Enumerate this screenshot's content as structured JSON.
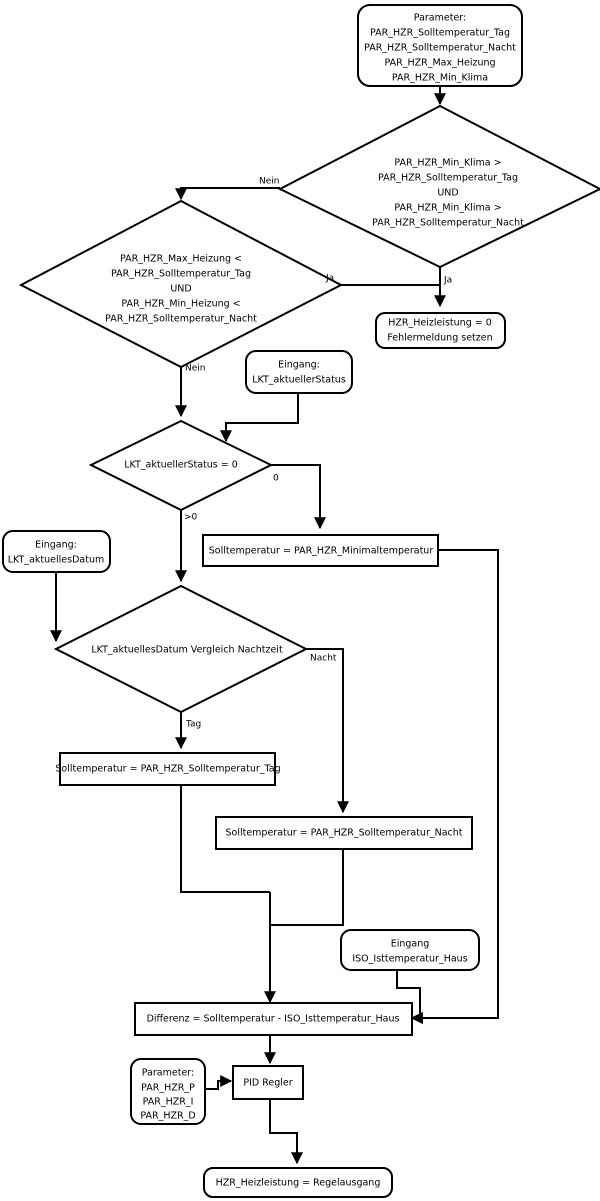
{
  "diagram": {
    "title": "Heizungsregelung Ablaufdiagramm",
    "colors": {
      "background": "#ffffff",
      "stroke": "#000000",
      "fill": "#ffffff",
      "text": "#000000"
    },
    "nodes": {
      "param_top": {
        "shape": "rounded",
        "lines": [
          "Parameter:",
          "PAR_HZR_Solltemperatur_Tag",
          "PAR_HZR_Solltemperatur_Nacht",
          "PAR_HZR_Max_Heizung",
          "PAR_HZR_Min_Klima"
        ]
      },
      "decision_min_klima": {
        "shape": "diamond",
        "lines": [
          "PAR_HZR_Min_Klima >",
          "PAR_HZR_Solltemperatur_Tag",
          "UND",
          "PAR_HZR_Min_Klima >",
          "PAR_HZR_Solltemperatur_Nacht"
        ]
      },
      "decision_max_heizung": {
        "shape": "diamond",
        "lines": [
          "PAR_HZR_Max_Heizung <",
          "PAR_HZR_Solltemperatur_Tag",
          "UND",
          "PAR_HZR_Min_Heizung <",
          "PAR_HZR_Solltemperatur_Nacht"
        ]
      },
      "error_box": {
        "shape": "rounded",
        "lines": [
          "HZR_Heizleistung = 0",
          "Fehlermeldung setzen"
        ]
      },
      "input_status": {
        "shape": "rounded",
        "lines": [
          "Eingang:",
          "LKT_aktuellerStatus"
        ]
      },
      "decision_status": {
        "shape": "diamond",
        "lines": [
          "LKT_aktuellerStatus = 0"
        ]
      },
      "set_minimal": {
        "shape": "rect",
        "lines": [
          "Solltemperatur = PAR_HZR_Minimaltemperatur"
        ]
      },
      "input_datum": {
        "shape": "rounded",
        "lines": [
          "Eingang:",
          "LKT_aktuellesDatum"
        ]
      },
      "decision_nachtzeit": {
        "shape": "diamond",
        "lines": [
          "LKT_aktuellesDatum Vergleich Nachtzeit"
        ]
      },
      "set_tag": {
        "shape": "rect",
        "lines": [
          "Solltemperatur = PAR_HZR_Solltemperatur_Tag"
        ]
      },
      "set_nacht": {
        "shape": "rect",
        "lines": [
          "Solltemperatur = PAR_HZR_Solltemperatur_Nacht"
        ]
      },
      "input_ist": {
        "shape": "rounded",
        "lines": [
          "Eingang",
          "ISO_Isttemperatur_Haus"
        ]
      },
      "differenz": {
        "shape": "rect",
        "lines": [
          "Differenz = Solltemperatur - ISO_Isttemperatur_Haus"
        ]
      },
      "param_pid": {
        "shape": "rounded",
        "lines": [
          "Parameter:",
          "PAR_HZR_P",
          "PAR_HZR_I",
          "PAR_HZR_D"
        ]
      },
      "pid": {
        "shape": "rect",
        "lines": [
          "PID Regler"
        ]
      },
      "output": {
        "shape": "rounded",
        "lines": [
          "HZR_Heizleistung = Regelausgang"
        ]
      }
    },
    "edge_labels": {
      "min_klima_nein": "Nein",
      "min_klima_ja": "Ja",
      "max_heizung_ja": "Ja",
      "max_heizung_nein": "Nein",
      "status_null": "0",
      "status_gt_null": ">0",
      "nachtzeit_nacht": "Nacht",
      "nachtzeit_tag": "Tag"
    }
  }
}
